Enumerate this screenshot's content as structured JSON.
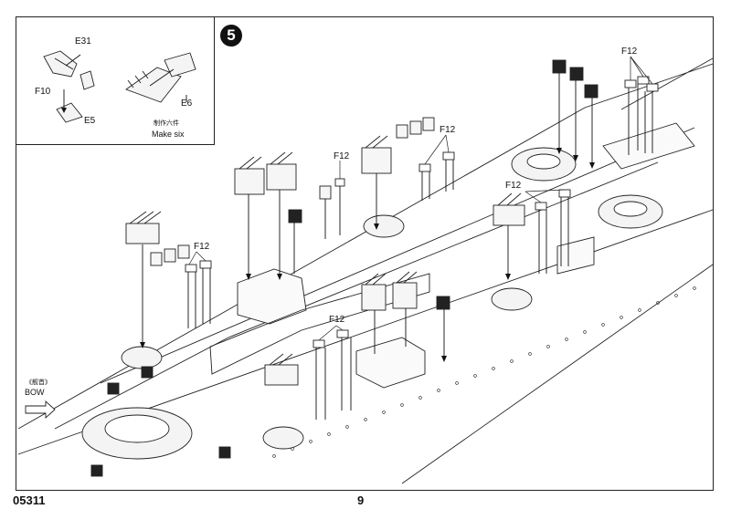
{
  "step": {
    "number": "5"
  },
  "inset": {
    "part_e31": "E31",
    "part_f10": "F10",
    "part_e5": "E5",
    "part_e6": "E6",
    "instruction_cn": "制作六件",
    "instruction_en": "Make six"
  },
  "callouts": {
    "f12_labels": [
      "F12",
      "F12",
      "F12",
      "F12",
      "F12",
      "F12"
    ]
  },
  "bow": {
    "label_cn": "《舰首》",
    "label_en": "BOW"
  },
  "footer": {
    "kit_number": "05311",
    "page_number": "9"
  },
  "colors": {
    "line": "#222222",
    "paper": "#ffffff",
    "fill": "#f4f4f4"
  }
}
